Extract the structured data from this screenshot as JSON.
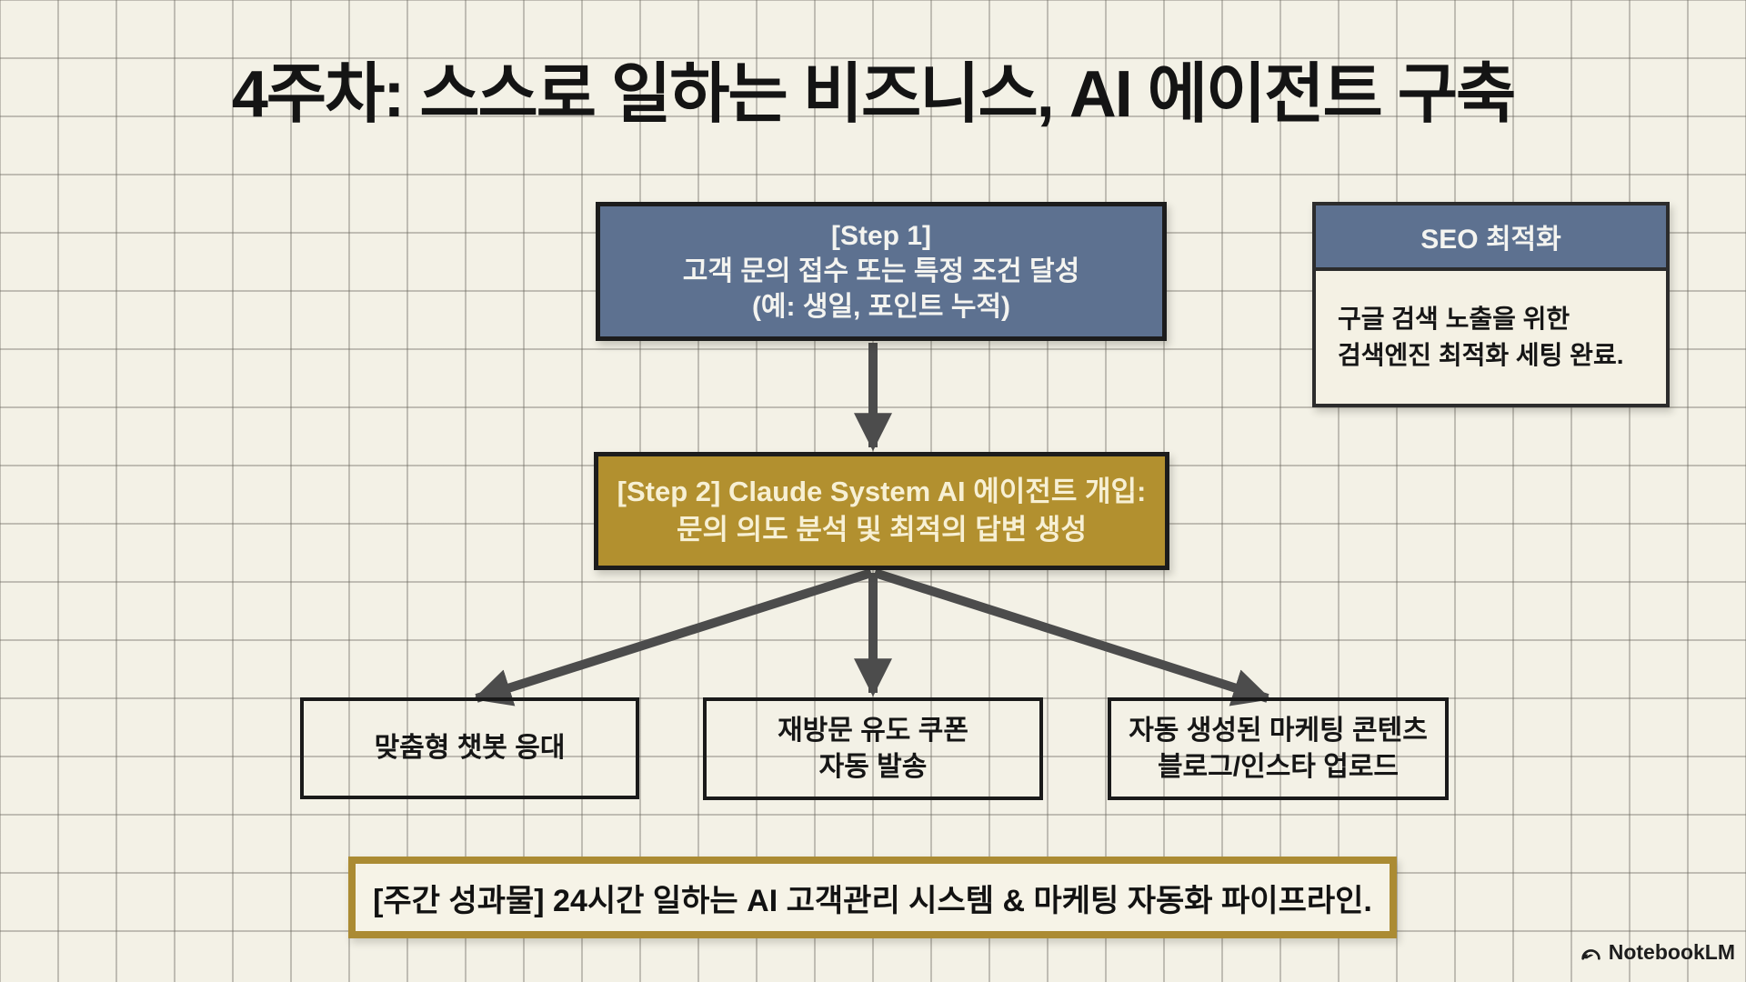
{
  "page": {
    "title": "4주차: 스스로 일하는 비즈니스, AI 에이전트 구축"
  },
  "flow": {
    "step1": {
      "lines": [
        "[Step 1]",
        "고객 문의 접수 또는 특정 조건 달성",
        "(예: 생일, 포인트 누적)"
      ]
    },
    "step2": {
      "lines": [
        "[Step 2] Claude System AI 에이전트 개입:",
        "문의 의도 분석 및 최적의 답변 생성"
      ]
    },
    "outcomes": [
      {
        "lines": [
          "맞춤형 챗봇 응대",
          ""
        ]
      },
      {
        "lines": [
          "재방문 유도 쿠폰",
          "자동 발송"
        ]
      },
      {
        "lines": [
          "자동 생성된 마케팅 콘텐츠",
          "블로그/인스타 업로드"
        ]
      }
    ],
    "weekly_result": "[주간 성과물] 24시간 일하는 AI 고객관리 시스템 & 마케팅 자동화 파이프라인."
  },
  "seo_card": {
    "header": "SEO 최적화",
    "body_lines": [
      "구글 검색 노출을 위한",
      "검색엔진 최적화 세팅 완료."
    ]
  },
  "footer": {
    "brand": "NotebookLM"
  },
  "colors": {
    "paper": "#f3f1e6",
    "grid_line": "#b4b1a6",
    "step_blue": "#5d7190",
    "step_gold": "#b2902f",
    "arrow": "#4c4c4c",
    "box_border": "#1c1c1c",
    "weekly_gold_border": "#ab8b33"
  }
}
